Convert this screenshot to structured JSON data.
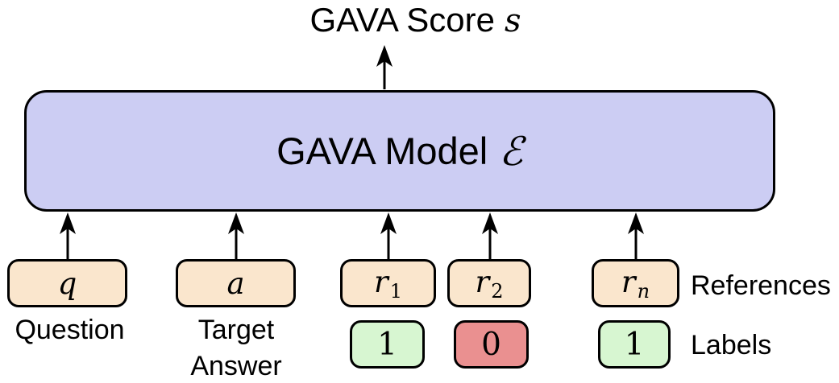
{
  "title": {
    "label": "GAVA Score",
    "symbol": "s"
  },
  "model": {
    "label": "GAVA Model",
    "symbol": "ℰ"
  },
  "inputs": {
    "q": {
      "symbol": "q"
    },
    "a": {
      "symbol": "a"
    },
    "r1": {
      "base": "r",
      "sub": "1"
    },
    "r2": {
      "base": "r",
      "sub": "2"
    },
    "rn": {
      "base": "r",
      "sub": "n"
    }
  },
  "captions": {
    "question": "Question",
    "target_line1": "Target",
    "target_line2": "Answer",
    "references": "References",
    "labels": "Labels"
  },
  "label_values": {
    "r1": "1",
    "r2": "0",
    "rn": "1"
  },
  "colors": {
    "model_fill": "#cccdf3",
    "input_fill": "#fae6cd",
    "positive_fill": "#d7f6d1",
    "negative_fill": "#ea9090",
    "border": "#000000",
    "background": "#ffffff"
  }
}
